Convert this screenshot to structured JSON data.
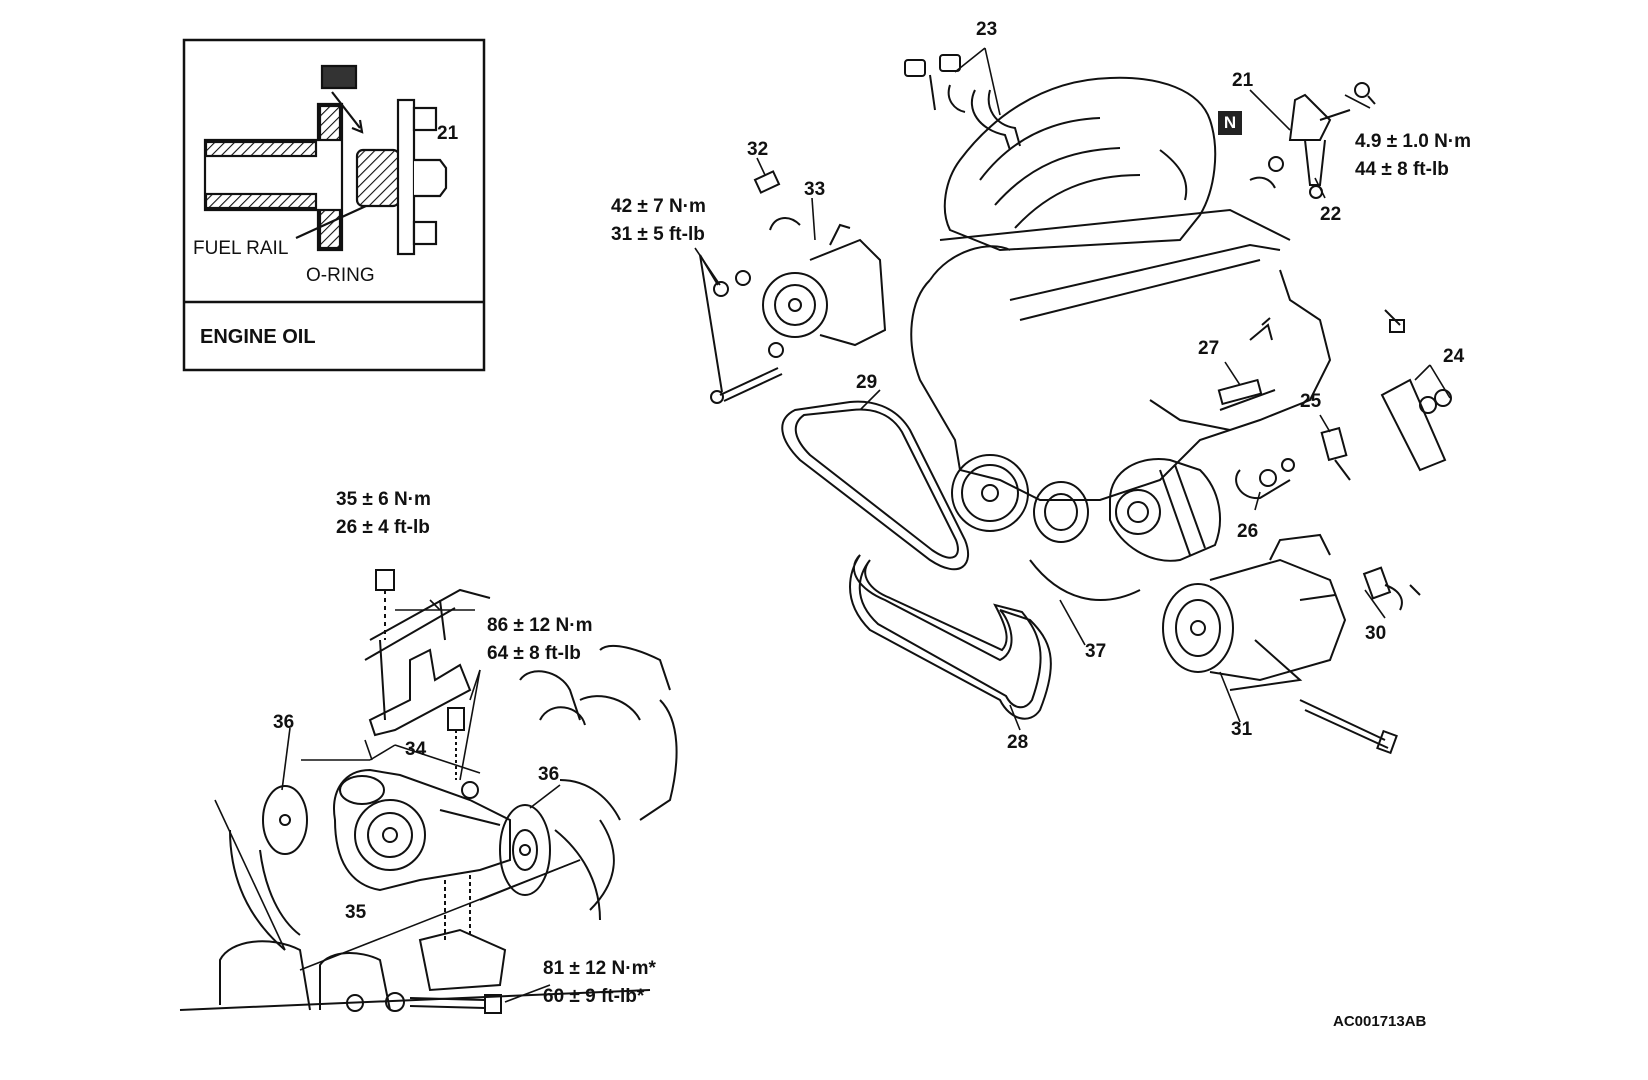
{
  "inset": {
    "fuel_rail_label": "FUEL RAIL",
    "o_ring_label": "O-RING",
    "engine_oil_label": "ENGINE OIL",
    "callout_21": "21"
  },
  "callouts": {
    "n21": "21",
    "n22": "22",
    "n23": "23",
    "n24": "24",
    "n25": "25",
    "n26": "26",
    "n27": "27",
    "n28": "28",
    "n29": "29",
    "n30": "30",
    "n31": "31",
    "n32": "32",
    "n33": "33",
    "n34": "34",
    "n35": "35",
    "n36a": "36",
    "n36b": "36",
    "n37": "37"
  },
  "n_marker": "N",
  "torques": {
    "injector_nm": "4.9 ± 1.0 N·m",
    "injector_ftlb": "44 ± 8 ft-lb",
    "ps_pump_nm": "42 ± 7 N·m",
    "ps_pump_ftlb": "31 ± 5 ft-lb",
    "bracket_bolt_nm": "35 ± 6 N·m",
    "bracket_bolt_ftlb": "26 ± 4 ft-lb",
    "tensioner_nm": "86 ± 12 N·m",
    "tensioner_ftlb": "64 ± 8 ft-lb",
    "mount_bolt_nm": "81 ± 12 N·m*",
    "mount_bolt_ftlb": "60 ± 9 ft-lb*"
  },
  "drawing_code": "AC001713AB"
}
